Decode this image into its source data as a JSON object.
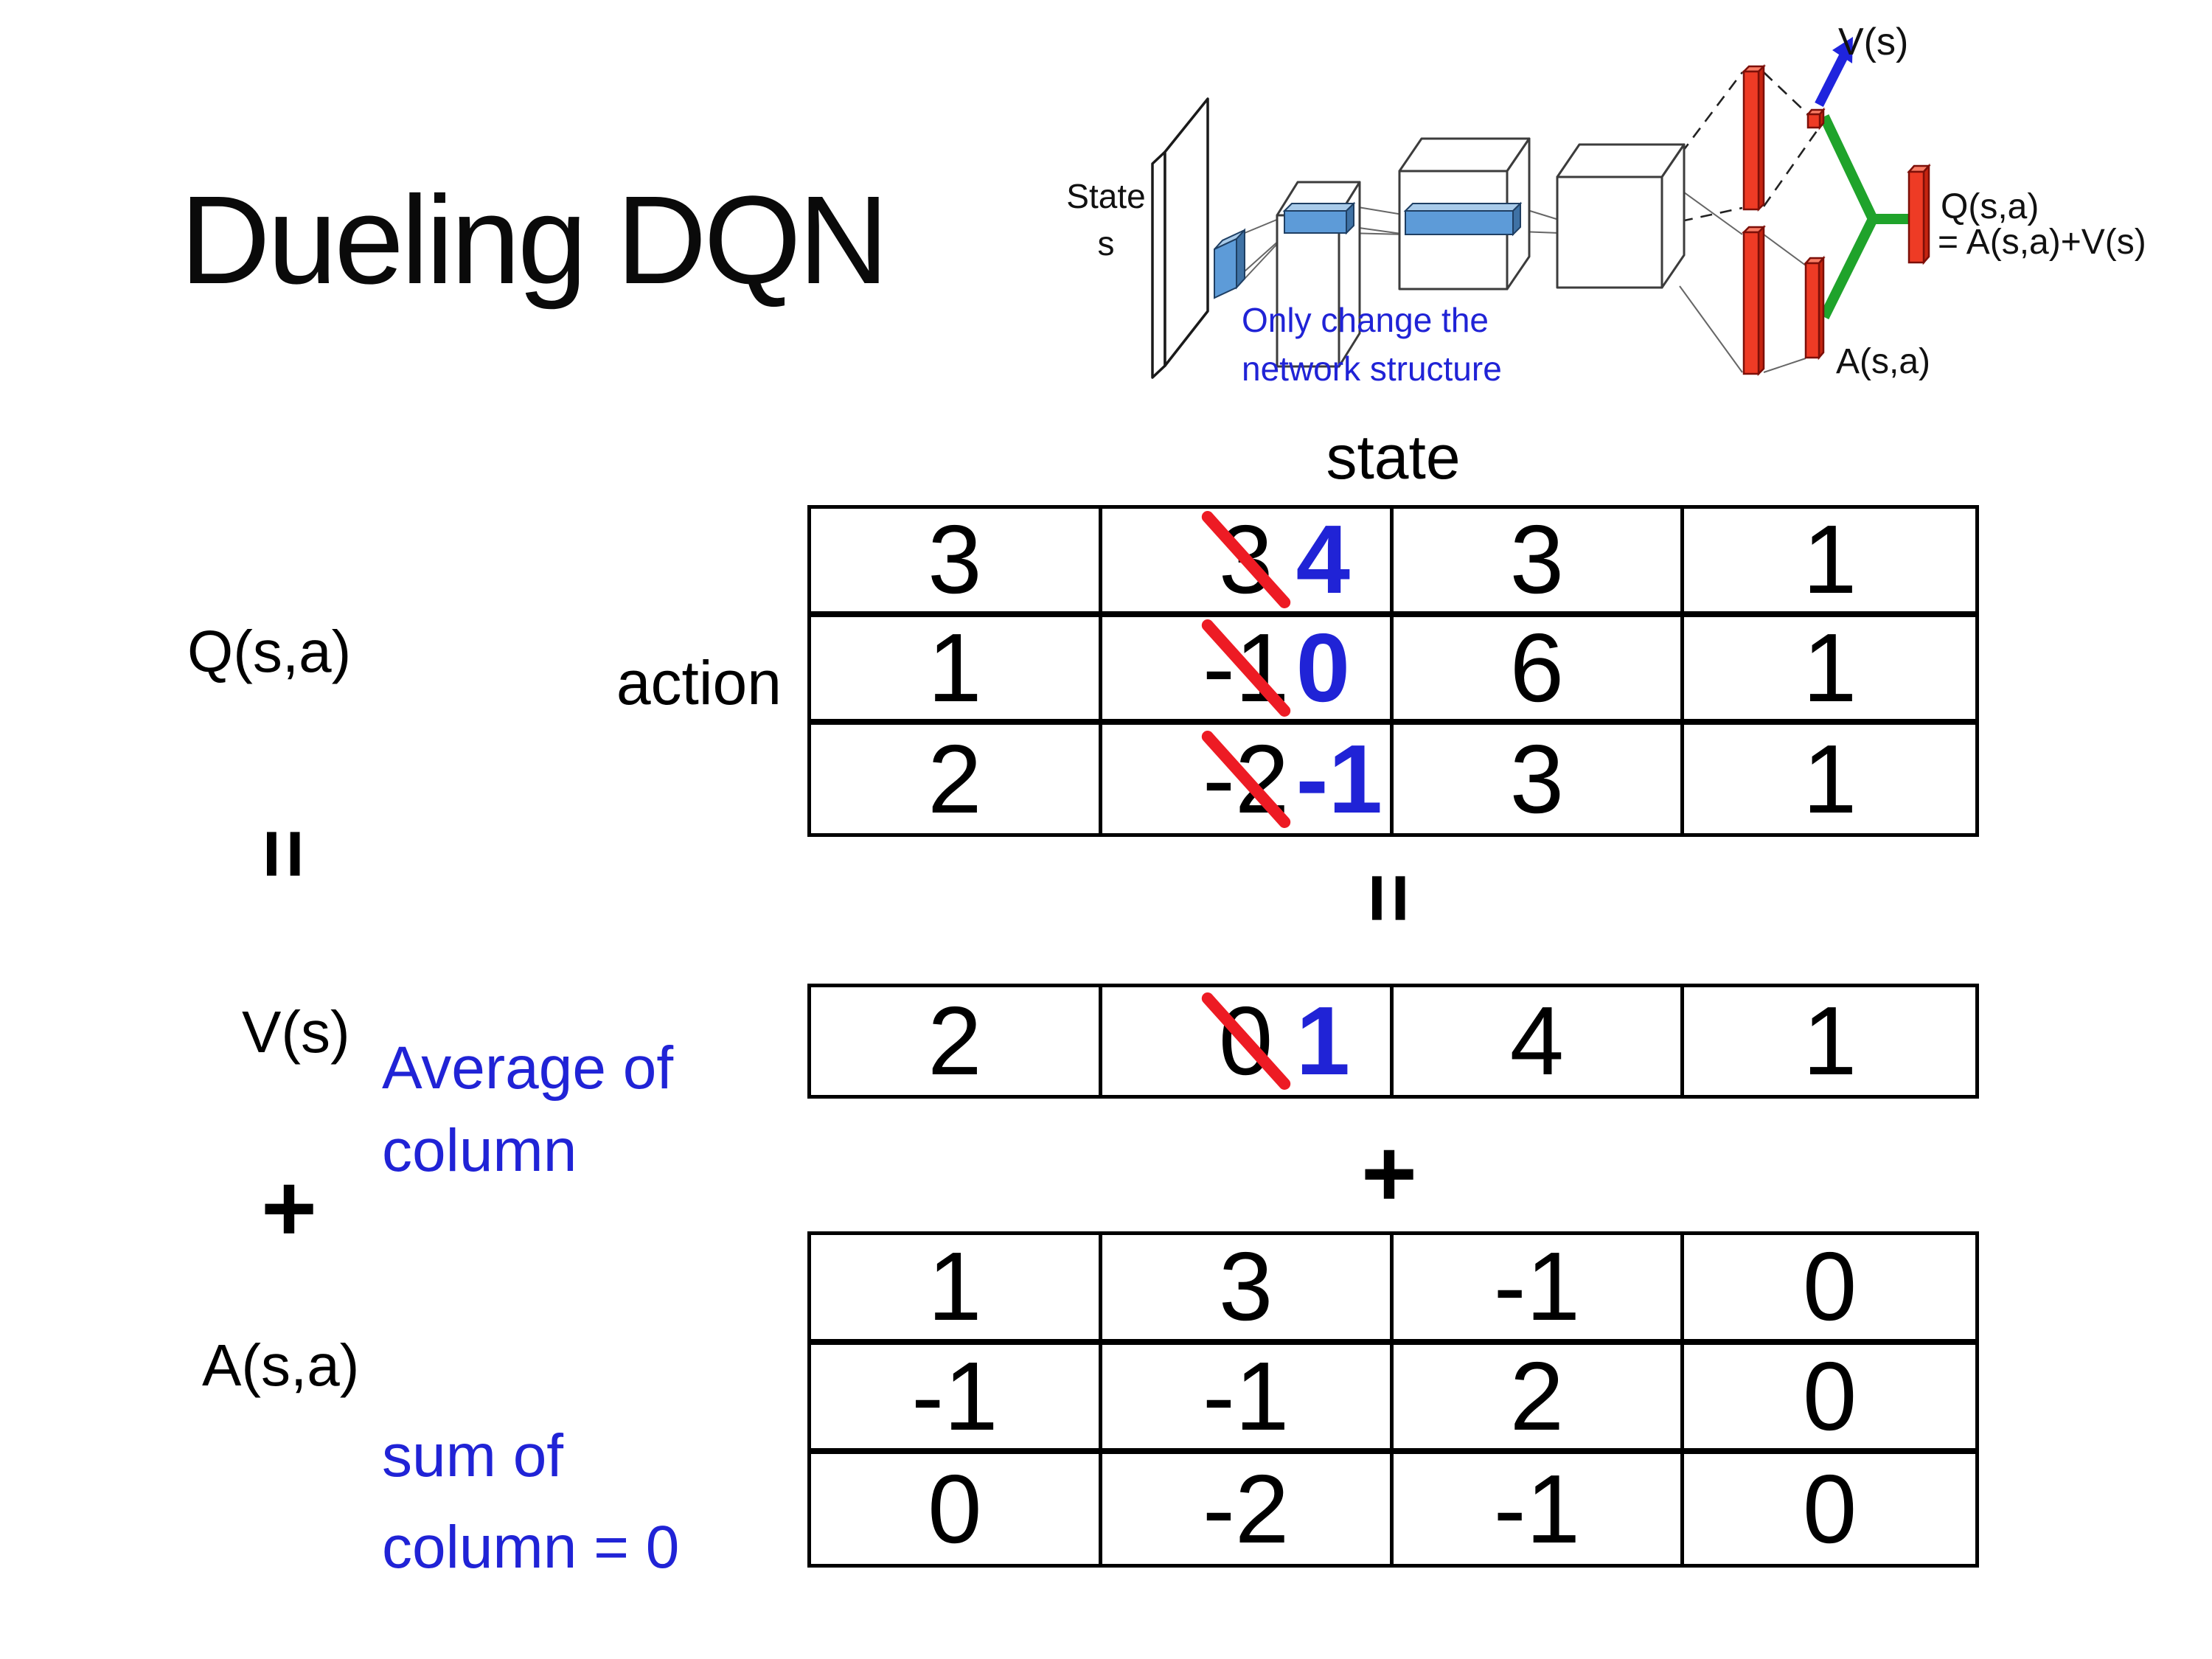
{
  "title": "Dueling DQN",
  "colors": {
    "blue": "#2023d6",
    "blue2": "#1f24dd",
    "red": "#ed1b24",
    "barred": "#ee3b25",
    "barblue": "#5d9bd8",
    "green": "#1fa32b"
  },
  "icons": {
    "v_output_arrow": "arrow-up-right",
    "strikethrough": "red-slash"
  },
  "diagram": {
    "state_line1": "State",
    "state_line2": "s",
    "note_line1": "Only change the",
    "note_line2": "network structure",
    "v_label": "V(s)",
    "q_line1": "Q(s,a)",
    "q_line2": "= A(s,a)+V(s)",
    "a_label": "A(s,a)"
  },
  "equation_labels": {
    "q": "Q(s,a)",
    "equals": "=",
    "v": "V(s)",
    "plus": "+",
    "a": "A(s,a)",
    "avg_line1": "Average of",
    "avg_line2": "column",
    "sum_line1": "sum of",
    "sum_line2": "column = 0",
    "state_header": "state",
    "action_header": "action",
    "equals_mid": "=",
    "plus_mid": "+"
  },
  "tables": {
    "q": {
      "rows": [
        [
          {
            "value": "3"
          },
          {
            "old": "3",
            "new": "4"
          },
          {
            "value": "3"
          },
          {
            "value": "1"
          }
        ],
        [
          {
            "value": "1"
          },
          {
            "old": "-1",
            "new": "0"
          },
          {
            "value": "6"
          },
          {
            "value": "1"
          }
        ],
        [
          {
            "value": "2"
          },
          {
            "old": "-2",
            "new": "-1"
          },
          {
            "value": "3"
          },
          {
            "value": "1"
          }
        ]
      ]
    },
    "v": {
      "rows": [
        [
          {
            "value": "2"
          },
          {
            "old": "0",
            "new": "1"
          },
          {
            "value": "4"
          },
          {
            "value": "1"
          }
        ]
      ]
    },
    "a": {
      "rows": [
        [
          {
            "value": "1"
          },
          {
            "value": "3"
          },
          {
            "value": "-1"
          },
          {
            "value": "0"
          }
        ],
        [
          {
            "value": "-1"
          },
          {
            "value": "-1"
          },
          {
            "value": "2"
          },
          {
            "value": "0"
          }
        ],
        [
          {
            "value": "0"
          },
          {
            "value": "-2"
          },
          {
            "value": "-1"
          },
          {
            "value": "0"
          }
        ]
      ]
    }
  }
}
